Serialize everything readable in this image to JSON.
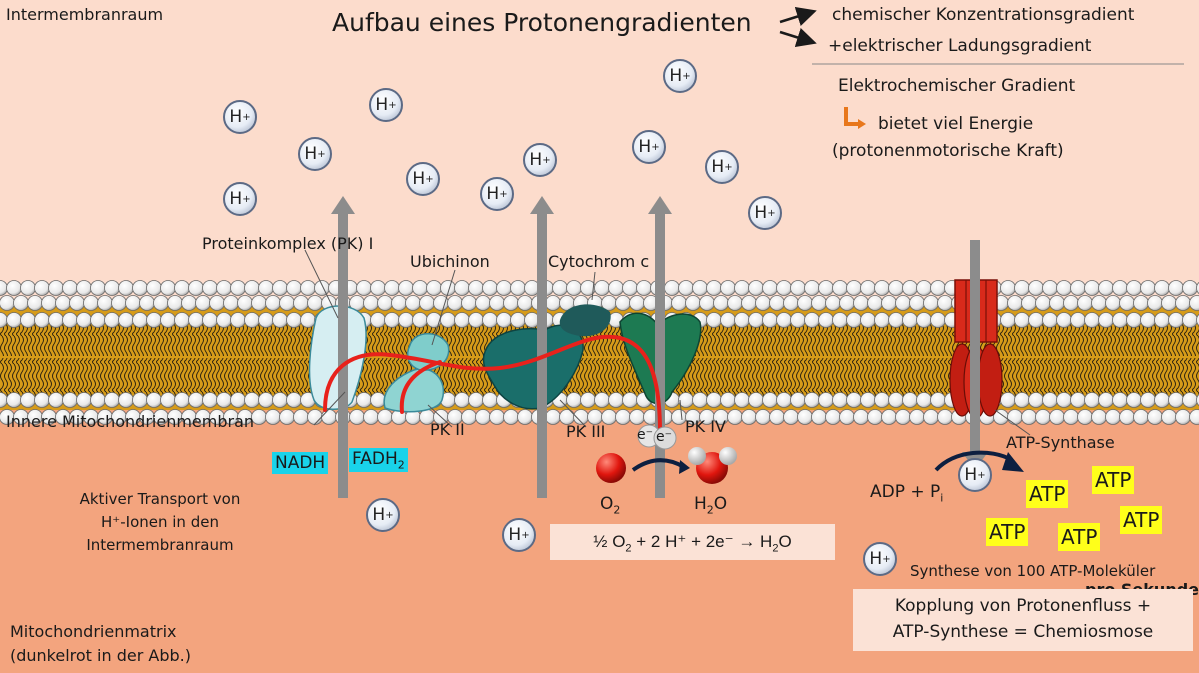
{
  "header": {
    "intermembrane": "Intermembranraum",
    "title": "Aufbau eines Protonengradienten",
    "gradient_chem": "chemischer Konzentrationsgradient",
    "gradient_elec": "+elektrischer Ladungsgradient",
    "electrochem": "Elektrochemischer Gradient",
    "energy": "bietet viel Energie",
    "pmf": "(protonenmotorische Kraft)"
  },
  "proton_label": "H",
  "proton_charge": "+",
  "labels": {
    "pk1": "Proteinkomplex (PK) I",
    "ubichinon": "Ubichinon",
    "cytochrom": "Cytochrom c",
    "membrane": "Innere Mitochondrienmembran",
    "pk2": "PK II",
    "pk3": "PK III",
    "pk4": "PK IV",
    "atp_synthase": "ATP-Synthase",
    "nadh": "NADH",
    "fadh_base": "FADH",
    "fadh_sub": "2",
    "electron": "e⁻",
    "o2_base": "O",
    "o2_sub": "2",
    "h2o_pre": "H",
    "h2o_sub": "2",
    "h2o_post": "O",
    "adp_pre": "ADP + P",
    "adp_sub": "i",
    "atp": "ATP",
    "synthesis": "Synthese von 100 ATP-Moleküler",
    "per_second": "pro Sekunde",
    "coupling_1": "Kopplung von Protonenfluss +",
    "coupling_2": "ATP-Synthese = Chemiosmose",
    "active_1": "Aktiver Transport von",
    "active_2": "H⁺-Ionen in den",
    "active_3": "Intermembranraum",
    "matrix_1": "Mitochondrienmatrix",
    "matrix_2": "(dunkelrot in der Abb.)"
  },
  "equation": {
    "p1": "½ O",
    "s1": "2",
    "p2": " + 2 H⁺ + 2e⁻ → H",
    "s2": "2",
    "p3": "O"
  },
  "colors": {
    "intermembrane_bg": "#fcdccc",
    "matrix_bg": "#f3a47e",
    "lipid_tail": "#d69b19",
    "electron_path": "#e8211b",
    "atp_synthase": "#d82a1b",
    "highlight_cyan": "#19d3ea",
    "highlight_yellow": "#ffff1a",
    "arrow_orange": "#e8771b"
  }
}
